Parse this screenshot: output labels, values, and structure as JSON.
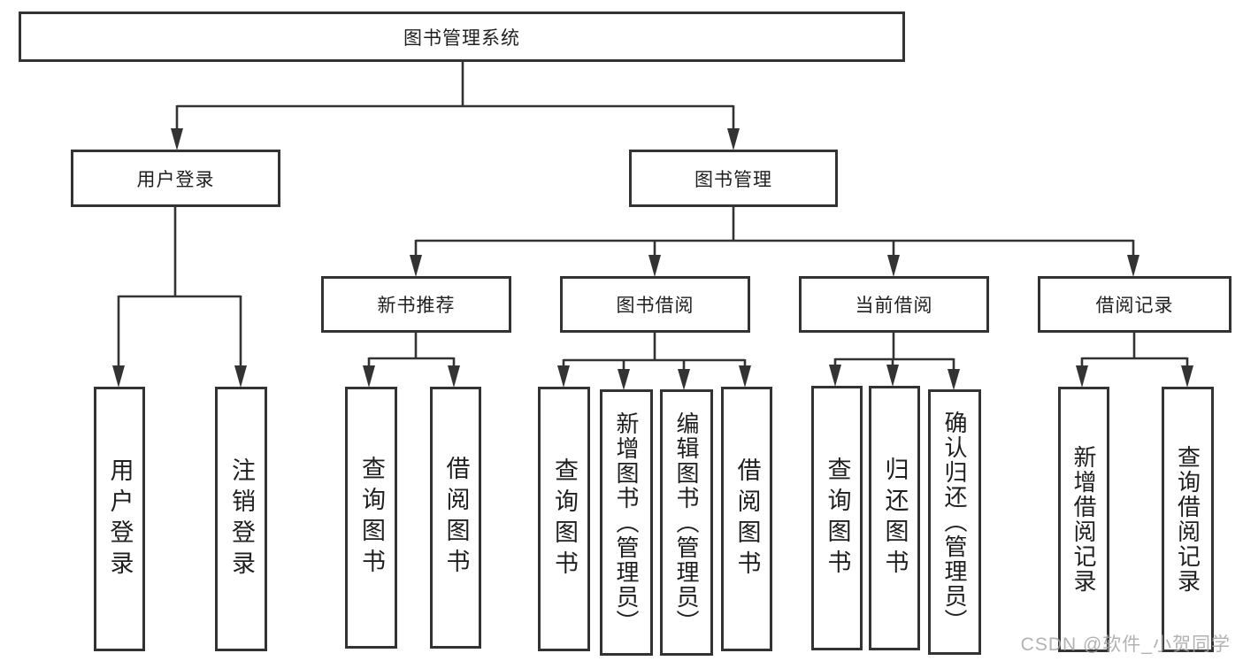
{
  "diagram_title": "图书管理系统",
  "nodes": {
    "system": "图书管理系统",
    "user_login": "用户登录",
    "book_mgmt": "图书管理",
    "new_book_rec": "新书推荐",
    "book_borrow": "图书借阅",
    "current_borrow": "当前借阅",
    "borrow_record": "借阅记录",
    "user_login_leaf": "用户登录",
    "logout_leaf": "注销登录",
    "rec_query_book": "查询图书",
    "rec_borrow_book": "借阅图书",
    "bb_query_book": "查询图书",
    "bb_add_book": "新增图书（管理员）",
    "bb_edit_book": "编辑图书（管理员）",
    "bb_borrow_book": "借阅图书",
    "cb_query_book": "查询图书",
    "cb_return_book": "归还图书",
    "cb_confirm_return": "确认归还（管理员）",
    "br_add_record": "新增借阅记录",
    "br_query_record": "查询借阅记录"
  },
  "hierarchy": {
    "图书管理系统": {
      "用户登录": [
        "用户登录",
        "注销登录"
      ],
      "图书管理": {
        "新书推荐": [
          "查询图书",
          "借阅图书"
        ],
        "图书借阅": [
          "查询图书",
          "新增图书（管理员）",
          "编辑图书（管理员）",
          "借阅图书"
        ],
        "当前借阅": [
          "查询图书",
          "归还图书",
          "确认归还（管理员）"
        ],
        "借阅记录": [
          "新增借阅记录",
          "查询借阅记录"
        ]
      }
    }
  },
  "watermark": "CSDN @软件_小贺同学",
  "colors": {
    "line": "#333333",
    "text": "#1f1f1f",
    "background": "#ffffff",
    "watermark": "#a5a5a5"
  }
}
